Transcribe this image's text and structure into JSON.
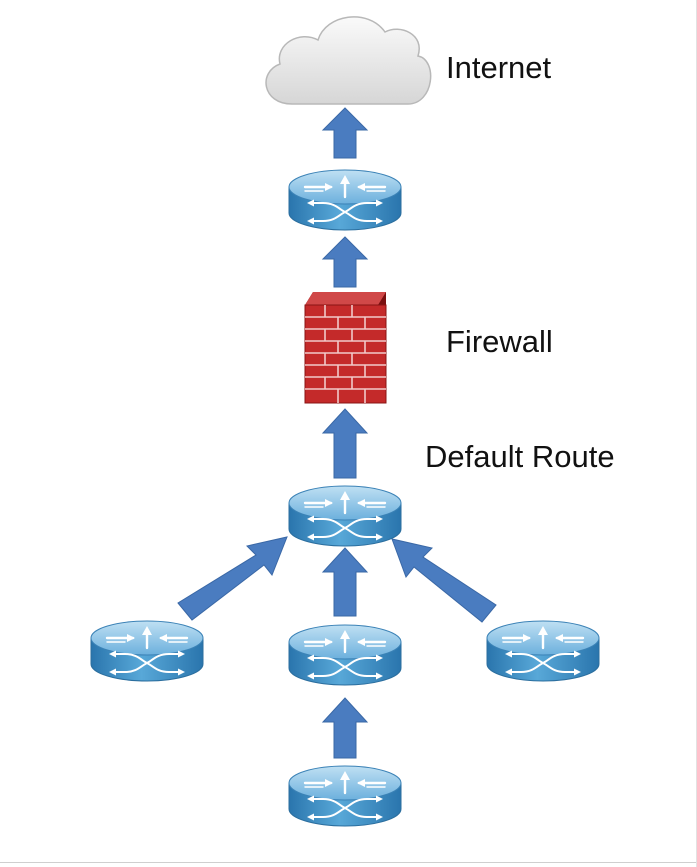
{
  "labels": {
    "internet": "Internet",
    "firewall": "Firewall",
    "default_route": "Default Route"
  },
  "icons": {
    "cloud": "cloud-icon",
    "router": "router-icon",
    "firewall": "firewall-brick-icon",
    "arrow": "upward-arrow-icon"
  },
  "colors": {
    "router_body": "#3d8fc4",
    "router_top": "#8fc6e6",
    "arrow": "#4a7cc0",
    "firewall_brick": "#c42a2a",
    "firewall_mortar": "#f2c9c9",
    "cloud": "#e8e8e8",
    "border": "#cfcfcf"
  }
}
